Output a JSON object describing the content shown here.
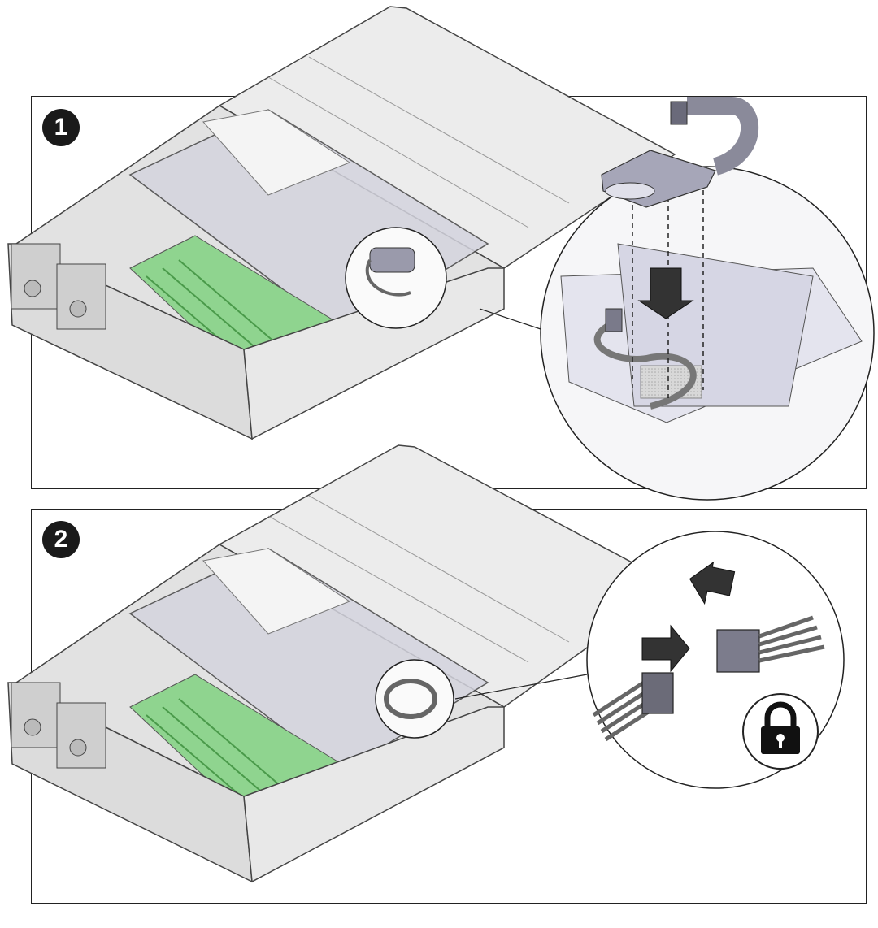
{
  "steps": [
    {
      "number": "1"
    },
    {
      "number": "2"
    }
  ],
  "icons": {
    "step1": "server-chassis-install-battery-illustration",
    "step2": "server-chassis-connect-cable-illustration",
    "lock": "lock-icon"
  },
  "colors": {
    "chassis": "#e6e6e6",
    "board_green": "#7fcf7f",
    "battery": "#9a9aab",
    "outline": "#222222"
  }
}
